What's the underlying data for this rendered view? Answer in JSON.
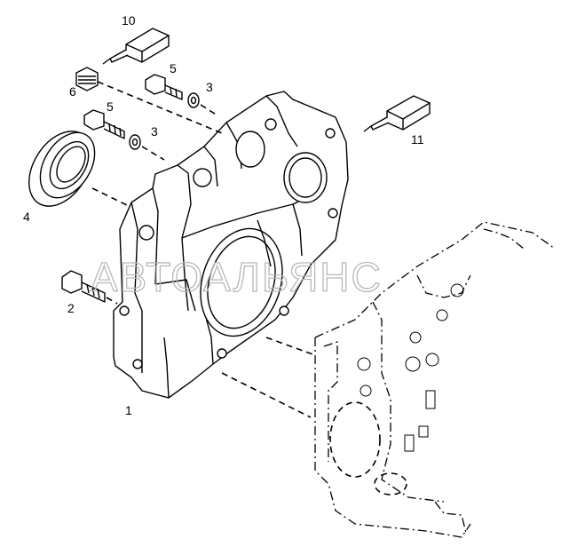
{
  "watermark": "АВТОАЛЬЯНС",
  "callouts": [
    {
      "id": "c1",
      "text": "1"
    },
    {
      "id": "c2",
      "text": "2"
    },
    {
      "id": "c3a",
      "text": "3"
    },
    {
      "id": "c3b",
      "text": "3"
    },
    {
      "id": "c4",
      "text": "4"
    },
    {
      "id": "c5a",
      "text": "5"
    },
    {
      "id": "c5b",
      "text": "5"
    },
    {
      "id": "c6",
      "text": "6"
    },
    {
      "id": "c10",
      "text": "10"
    },
    {
      "id": "c11",
      "text": "11"
    }
  ]
}
